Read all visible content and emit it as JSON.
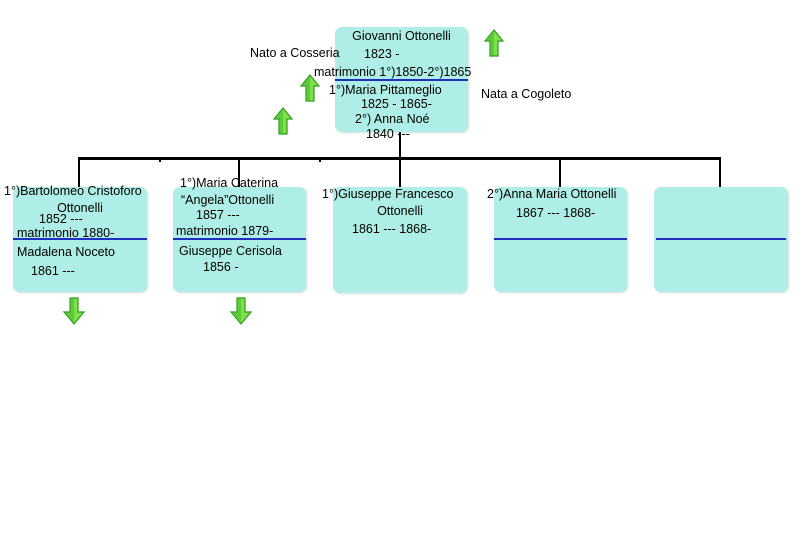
{
  "root": {
    "name": "Giovanni Ottonelli",
    "years": "1823 -",
    "marriage": "matrimonio 1°)1850-2°)1865",
    "birthplace": "Nato a Cosseria",
    "spouse1": "1°)Maria Pittameglio",
    "spouse1_years": "1825 - 1865-",
    "spouse1_birthplace": "Nata a Cogoleto",
    "spouse2": "2°) Anna Noé",
    "spouse2_years": "1840 ---"
  },
  "children": [
    {
      "name_line1": "1°)Bartolomeo Cristoforo",
      "name_line2": "Ottonelli",
      "years": "1852 ---",
      "marriage": "matrimonio 1880-",
      "spouse": "Madalena Noceto",
      "spouse_years": "1861 ---"
    },
    {
      "name_line1": "1°)Maria Caterina",
      "name_line2": "“Angela”Ottonelli",
      "years": "1857 ---",
      "marriage": "matrimonio 1879-",
      "spouse": "Giuseppe Cerisola",
      "spouse_years": "1856 -"
    },
    {
      "name_line1": "1°)Giuseppe Francesco",
      "name_line2": "Ottonelli",
      "years": "1861 --- 1868-"
    },
    {
      "name_line1": "2°)Anna Maria Ottonelli",
      "years": "1867 --- 1868-"
    },
    {}
  ],
  "colors": {
    "box": "#aeeee6",
    "rule": "#1f2fbf",
    "arrow_light": "#7ee04a",
    "arrow_dark": "#2f9a1e"
  },
  "icons": [
    "arrow-up-icon",
    "arrow-down-icon"
  ]
}
